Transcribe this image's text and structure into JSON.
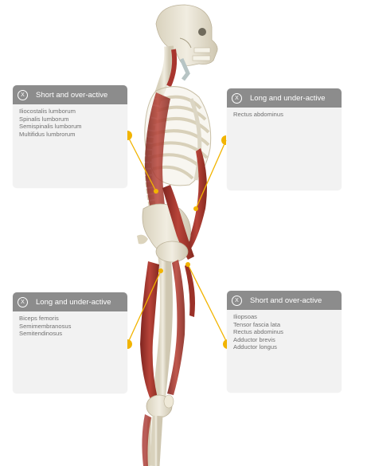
{
  "panels": {
    "top_left": {
      "close_label": "X",
      "title": "Short and over-active",
      "muscles": [
        "Iliocostalis lumborum",
        "Spinalis lumborum",
        "Semispinalis lumborum",
        "Multifidus lumbrorum"
      ]
    },
    "top_right": {
      "close_label": "X",
      "title": "Long and under-active",
      "muscles": [
        "Rectus abdominus"
      ]
    },
    "bottom_left": {
      "close_label": "X",
      "title": "Long and under-active",
      "muscles": [
        "Biceps femoris",
        "Semimembranosus",
        "Semitendinosus"
      ]
    },
    "bottom_right": {
      "close_label": "X",
      "title": "Short and over-active",
      "muscles": [
        "Iliopsoas",
        "Tensor fascia lata",
        "Rectus abdominus",
        "Adductor brevis",
        "Adductor longus"
      ]
    }
  },
  "colors": {
    "panel_header": "#8c8c8c",
    "panel_body": "#f2f2f2",
    "leader_line": "#f2b400",
    "bone": "#e6e0cf",
    "muscle": "#a8352e"
  }
}
